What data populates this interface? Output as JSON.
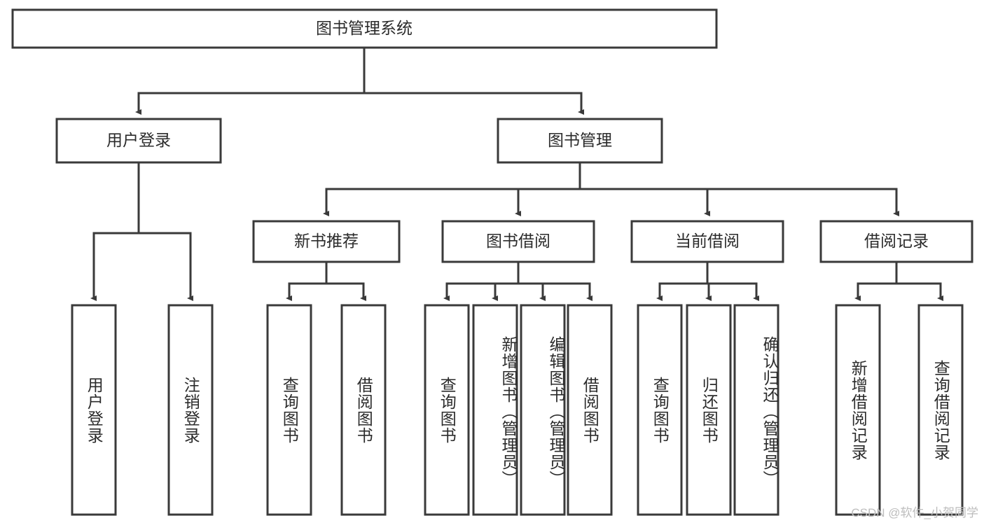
{
  "diagram": {
    "title": "图书管理系统",
    "type": "tree-hierarchy",
    "watermark": "CSDN @软件_小贺同学",
    "colors": {
      "stroke": "#3a3a3a",
      "fill": "#ffffff",
      "text": "#2b2b2b",
      "watermark": "#bdbdbd"
    },
    "levels": {
      "root": {
        "label": "图书管理系统"
      },
      "level2": [
        {
          "id": "user-login",
          "label": "用户登录"
        },
        {
          "id": "book-management",
          "label": "图书管理"
        }
      ],
      "level3": [
        {
          "id": "new-book-recommend",
          "label": "新书推荐",
          "parent": "book-management"
        },
        {
          "id": "book-borrow",
          "label": "图书借阅",
          "parent": "book-management"
        },
        {
          "id": "current-borrow",
          "label": "当前借阅",
          "parent": "book-management"
        },
        {
          "id": "borrow-record",
          "label": "借阅记录",
          "parent": "book-management"
        }
      ],
      "leaves": [
        {
          "id": "leaf-user-login",
          "label": "用户登录",
          "parent": "user-login"
        },
        {
          "id": "leaf-logout",
          "label": "注销登录",
          "parent": "user-login"
        },
        {
          "id": "leaf-query-book-1",
          "label": "查询图书",
          "parent": "new-book-recommend"
        },
        {
          "id": "leaf-borrow-book-1",
          "label": "借阅图书",
          "parent": "new-book-recommend"
        },
        {
          "id": "leaf-query-book-2",
          "label": "查询图书",
          "parent": "book-borrow"
        },
        {
          "id": "leaf-add-book",
          "label": "新增图书（管理员）",
          "parent": "book-borrow"
        },
        {
          "id": "leaf-edit-book",
          "label": "编辑图书（管理员）",
          "parent": "book-borrow"
        },
        {
          "id": "leaf-borrow-book-2",
          "label": "借阅图书",
          "parent": "book-borrow"
        },
        {
          "id": "leaf-query-book-3",
          "label": "查询图书",
          "parent": "current-borrow"
        },
        {
          "id": "leaf-return-book",
          "label": "归还图书",
          "parent": "current-borrow"
        },
        {
          "id": "leaf-confirm-return",
          "label": "确认归还（管理员）",
          "parent": "current-borrow"
        },
        {
          "id": "leaf-add-record",
          "label": "新增借阅记录",
          "parent": "borrow-record"
        },
        {
          "id": "leaf-query-record",
          "label": "查询借阅记录",
          "parent": "borrow-record"
        }
      ]
    }
  }
}
